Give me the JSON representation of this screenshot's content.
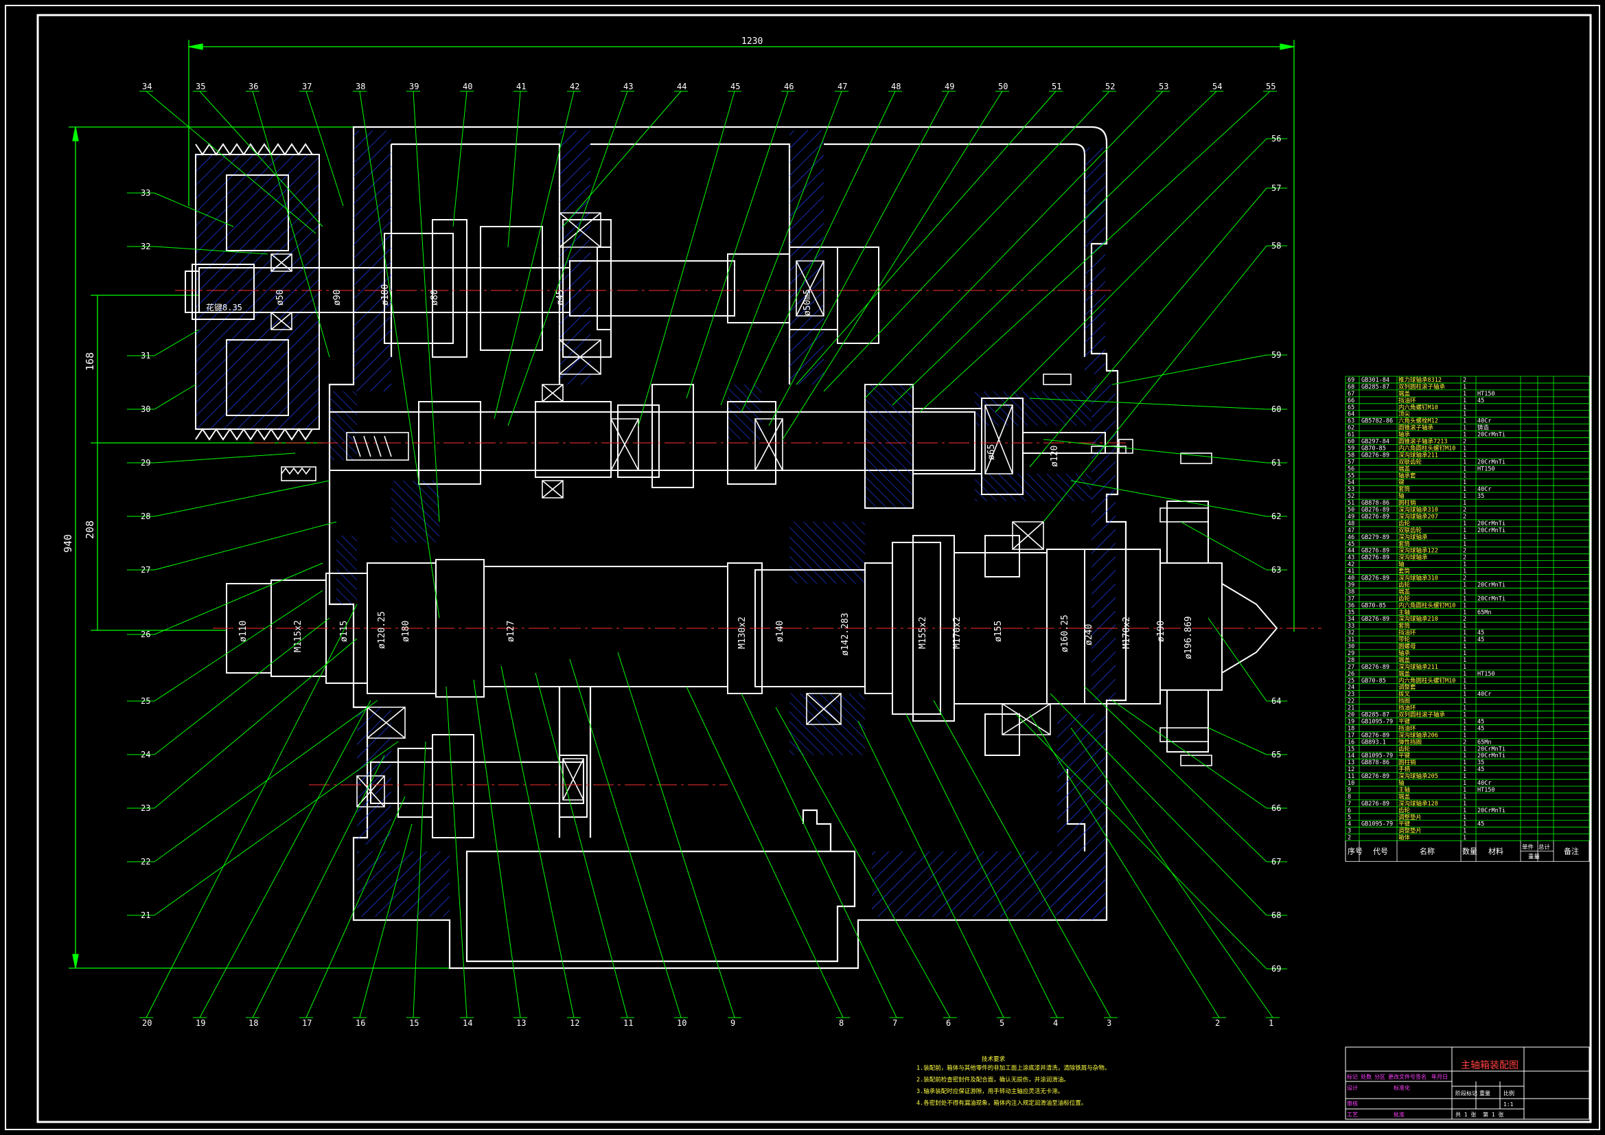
{
  "drawing": {
    "title": "主轴箱装配图",
    "overall_dims": {
      "width": "1230",
      "height": "940",
      "v_upper": "168",
      "v_lower": "208"
    },
    "diameters": [
      "ø50",
      "ø90",
      "ø180",
      "ø80",
      "ø45",
      "ø50m5",
      "ø65",
      "ø120",
      "ø110",
      "M115x2",
      "ø115",
      "ø120.25",
      "ø180",
      "ø127",
      "M130x2",
      "ø140",
      "ø142.283",
      "M155x2",
      "M170x2",
      "ø155",
      "ø160.25",
      "ø240",
      "M170x2",
      "ø190",
      "ø196.869"
    ],
    "spline_note": "花键8.35",
    "balloons_top": [
      "34",
      "35",
      "36",
      "37",
      "38",
      "39",
      "40",
      "41",
      "42",
      "43",
      "44",
      "45",
      "46",
      "47",
      "48",
      "49",
      "50",
      "51",
      "52",
      "53",
      "54",
      "55"
    ],
    "balloons_left": [
      "33",
      "32",
      "31",
      "30",
      "29",
      "28",
      "27",
      "26",
      "25",
      "24",
      "23",
      "22",
      "21"
    ],
    "balloons_right": [
      "56",
      "57",
      "58",
      "59",
      "60",
      "61",
      "62",
      "63",
      "64",
      "65",
      "66",
      "67",
      "68",
      "69"
    ],
    "balloons_bottom": [
      "20",
      "19",
      "18",
      "17",
      "16",
      "15",
      "14",
      "13",
      "12",
      "11",
      "10",
      "9",
      "8",
      "7",
      "6",
      "5",
      "4",
      "3",
      "2",
      "1"
    ]
  },
  "notes": {
    "heading": "技术要求",
    "lines": [
      "1.装配前，箱体与其他零件的非加工面上涂底漆并清洗，清除铁屑与杂物。",
      "2.装配前检查密封件及配合面，确认无损伤，并涂润滑油。",
      "3.轴承装配时应保证游隙，用手转动主轴应灵活无卡滞。",
      "4.各密封处不得有漏油现象，箱体内注入规定润滑油至油标位置。"
    ]
  },
  "bom": {
    "headers": {
      "seq": "序号",
      "code": "代号",
      "name": "名称",
      "qty": "数量",
      "material": "材料",
      "single": "单件",
      "total": "总计",
      "weight": "重量",
      "remark": "备注"
    },
    "rows": [
      {
        "n": "69",
        "code": "GB301-84",
        "name": "推力球轴承8312",
        "qty": "2",
        "mat": ""
      },
      {
        "n": "68",
        "code": "GB285-87",
        "name": "双列圆柱滚子轴承",
        "qty": "1",
        "mat": ""
      },
      {
        "n": "67",
        "code": "",
        "name": "端盖",
        "qty": "1",
        "mat": "HT150"
      },
      {
        "n": "66",
        "code": "",
        "name": "挡油环",
        "qty": "1",
        "mat": "45"
      },
      {
        "n": "65",
        "code": "",
        "name": "内六角螺钉M10",
        "qty": "1",
        "mat": ""
      },
      {
        "n": "64",
        "code": "",
        "name": "顶尖",
        "qty": "1",
        "mat": ""
      },
      {
        "n": "63",
        "code": "GB5782-86",
        "name": "六角头螺栓M12",
        "qty": "1",
        "mat": "40Cr"
      },
      {
        "n": "62",
        "code": "",
        "name": "圆锥滚子轴承",
        "qty": "1",
        "mat": "铸造"
      },
      {
        "n": "61",
        "code": "",
        "name": "轴承",
        "qty": "1",
        "mat": "20CrMnTi"
      },
      {
        "n": "60",
        "code": "GB297-84",
        "name": "圆锥滚子轴承7213",
        "qty": "2",
        "mat": ""
      },
      {
        "n": "59",
        "code": "GB70-85",
        "name": "内六角圆柱头螺钉M10",
        "qty": "1",
        "mat": ""
      },
      {
        "n": "58",
        "code": "GB276-89",
        "name": "深沟球轴承211",
        "qty": "1",
        "mat": ""
      },
      {
        "n": "57",
        "code": "",
        "name": "双联齿轮",
        "qty": "1",
        "mat": "20CrMnTi"
      },
      {
        "n": "56",
        "code": "",
        "name": "端盖",
        "qty": "1",
        "mat": "HT150"
      },
      {
        "n": "55",
        "code": "",
        "name": "轴承套",
        "qty": "1",
        "mat": ""
      },
      {
        "n": "54",
        "code": "",
        "name": "键",
        "qty": "1",
        "mat": ""
      },
      {
        "n": "53",
        "code": "",
        "name": "套筒",
        "qty": "1",
        "mat": "40Cr"
      },
      {
        "n": "52",
        "code": "",
        "name": "轴",
        "qty": "1",
        "mat": "35"
      },
      {
        "n": "51",
        "code": "GB878-86",
        "name": "圆柱销",
        "qty": "1",
        "mat": ""
      },
      {
        "n": "50",
        "code": "GB276-89",
        "name": "深沟球轴承310",
        "qty": "2",
        "mat": ""
      },
      {
        "n": "49",
        "code": "GB276-89",
        "name": "深沟球轴承207",
        "qty": "2",
        "mat": ""
      },
      {
        "n": "48",
        "code": "",
        "name": "齿轮",
        "qty": "1",
        "mat": "20CrMnTi"
      },
      {
        "n": "47",
        "code": "",
        "name": "双联齿轮",
        "qty": "1",
        "mat": "20CrMnTi"
      },
      {
        "n": "46",
        "code": "GB279-89",
        "name": "深沟球轴承",
        "qty": "1",
        "mat": ""
      },
      {
        "n": "45",
        "code": "",
        "name": "套筒",
        "qty": "1",
        "mat": ""
      },
      {
        "n": "44",
        "code": "GB276-89",
        "name": "深沟球轴承122",
        "qty": "2",
        "mat": ""
      },
      {
        "n": "43",
        "code": "GB276-89",
        "name": "深沟球轴承",
        "qty": "2",
        "mat": ""
      },
      {
        "n": "42",
        "code": "",
        "name": "轴",
        "qty": "1",
        "mat": ""
      },
      {
        "n": "41",
        "code": "",
        "name": "套筒",
        "qty": "1",
        "mat": ""
      },
      {
        "n": "40",
        "code": "GB276-89",
        "name": "深沟球轴承310",
        "qty": "2",
        "mat": ""
      },
      {
        "n": "39",
        "code": "",
        "name": "齿轮",
        "qty": "1",
        "mat": "20CrMnTi"
      },
      {
        "n": "38",
        "code": "",
        "name": "端盖",
        "qty": "1",
        "mat": ""
      },
      {
        "n": "37",
        "code": "",
        "name": "齿轮",
        "qty": "1",
        "mat": "20CrMnTi"
      },
      {
        "n": "36",
        "code": "GB70-85",
        "name": "内六角圆柱头螺钉M10",
        "qty": "1",
        "mat": ""
      },
      {
        "n": "35",
        "code": "",
        "name": "主轴",
        "qty": "1",
        "mat": "65Mn"
      },
      {
        "n": "34",
        "code": "GB276-89",
        "name": "深沟球轴承210",
        "qty": "2",
        "mat": ""
      },
      {
        "n": "33",
        "code": "",
        "name": "套筒",
        "qty": "1",
        "mat": ""
      },
      {
        "n": "32",
        "code": "",
        "name": "挡油环",
        "qty": "1",
        "mat": "45"
      },
      {
        "n": "31",
        "code": "",
        "name": "带轮",
        "qty": "1",
        "mat": "45"
      },
      {
        "n": "30",
        "code": "",
        "name": "圆螺母",
        "qty": "1",
        "mat": ""
      },
      {
        "n": "29",
        "code": "",
        "name": "轴承",
        "qty": "1",
        "mat": ""
      },
      {
        "n": "28",
        "code": "",
        "name": "端盖",
        "qty": "1",
        "mat": ""
      },
      {
        "n": "27",
        "code": "GB276-89",
        "name": "深沟球轴承211",
        "qty": "1",
        "mat": ""
      },
      {
        "n": "26",
        "code": "",
        "name": "端盖",
        "qty": "1",
        "mat": "HT150"
      },
      {
        "n": "25",
        "code": "GB70-85",
        "name": "内六角圆柱头螺钉M10",
        "qty": "1",
        "mat": ""
      },
      {
        "n": "24",
        "code": "",
        "name": "调整套",
        "qty": "1",
        "mat": ""
      },
      {
        "n": "23",
        "code": "",
        "name": "拨叉",
        "qty": "1",
        "mat": "40Cr"
      },
      {
        "n": "22",
        "code": "",
        "name": "挡圈",
        "qty": "1",
        "mat": ""
      },
      {
        "n": "21",
        "code": "",
        "name": "挡油环",
        "qty": "1",
        "mat": ""
      },
      {
        "n": "20",
        "code": "GB285-87",
        "name": "双列圆柱滚子轴承",
        "qty": "1",
        "mat": ""
      },
      {
        "n": "19",
        "code": "GB1095-79",
        "name": "平键",
        "qty": "1",
        "mat": "45"
      },
      {
        "n": "18",
        "code": "",
        "name": "挡油环",
        "qty": "1",
        "mat": "45"
      },
      {
        "n": "17",
        "code": "GB276-89",
        "name": "深沟球轴承206",
        "qty": "1",
        "mat": ""
      },
      {
        "n": "16",
        "code": "GB893.1",
        "name": "弹性挡圈",
        "qty": "2",
        "mat": "65Mn"
      },
      {
        "n": "15",
        "code": "",
        "name": "齿轮",
        "qty": "1",
        "mat": "20CrMnTi"
      },
      {
        "n": "14",
        "code": "GB1095-79",
        "name": "平键",
        "qty": "1",
        "mat": "20CrMnTi"
      },
      {
        "n": "13",
        "code": "GB878-86",
        "name": "圆柱销",
        "qty": "1",
        "mat": "35"
      },
      {
        "n": "12",
        "code": "",
        "name": "手柄",
        "qty": "1",
        "mat": "45"
      },
      {
        "n": "11",
        "code": "GB276-89",
        "name": "深沟球轴承205",
        "qty": "1",
        "mat": ""
      },
      {
        "n": "10",
        "code": "",
        "name": "轴",
        "qty": "1",
        "mat": "40Cr"
      },
      {
        "n": "9",
        "code": "",
        "name": "主轴",
        "qty": "1",
        "mat": "HT150"
      },
      {
        "n": "8",
        "code": "",
        "name": "端盖",
        "qty": "1",
        "mat": ""
      },
      {
        "n": "7",
        "code": "GB276-89",
        "name": "深沟球轴承128",
        "qty": "1",
        "mat": ""
      },
      {
        "n": "6",
        "code": "",
        "name": "齿轮",
        "qty": "1",
        "mat": "20CrMnTi"
      },
      {
        "n": "5",
        "code": "",
        "name": "调整垫片",
        "qty": "1",
        "mat": ""
      },
      {
        "n": "4",
        "code": "GB1095-79",
        "name": "平键",
        "qty": "1",
        "mat": "45"
      },
      {
        "n": "3",
        "code": "",
        "name": "调整垫片",
        "qty": "1",
        "mat": ""
      },
      {
        "n": "2",
        "code": "",
        "name": "箱体",
        "qty": "1",
        "mat": ""
      }
    ]
  },
  "titleblock": {
    "row1": [
      "标记",
      "处数",
      "分区",
      "更改文件号",
      "签名",
      "年月日"
    ],
    "row2": [
      "设计",
      "",
      "标准化",
      "",
      "阶段标记",
      "重量",
      "比例"
    ],
    "row3": [
      "审核",
      "",
      "",
      "",
      "",
      "",
      "1:1"
    ],
    "row4": [
      "工艺",
      "",
      "批准",
      "",
      "共 1 张",
      "第 1 张"
    ]
  }
}
